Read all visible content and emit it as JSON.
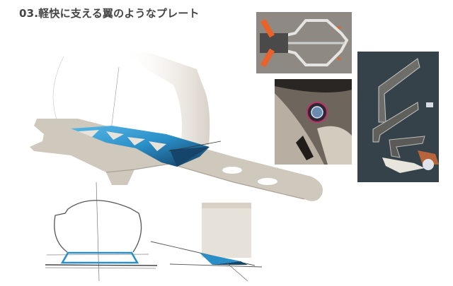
{
  "slide": {
    "title": "03.軽快に支える翼のようなプレート"
  },
  "images": {
    "main_sketch": {
      "label": "wing-like plate concept sketch",
      "accent": "#2a8fc8"
    },
    "front_sketch": {
      "label": "front view sketch"
    },
    "side_sketch": {
      "label": "side view sketch"
    },
    "chassis_photo": {
      "label": "chassis frame photo",
      "accent": "#e8622a"
    },
    "interior_photo": {
      "label": "interior detail photo",
      "accent": "#c0306a"
    },
    "render_photo": {
      "label": "wing structure render",
      "background": "#36424a"
    }
  },
  "colors": {
    "title": "#444444",
    "plate": "#cfc8bd",
    "blue": "#2a8fc8",
    "dark_blue": "#16456b"
  }
}
